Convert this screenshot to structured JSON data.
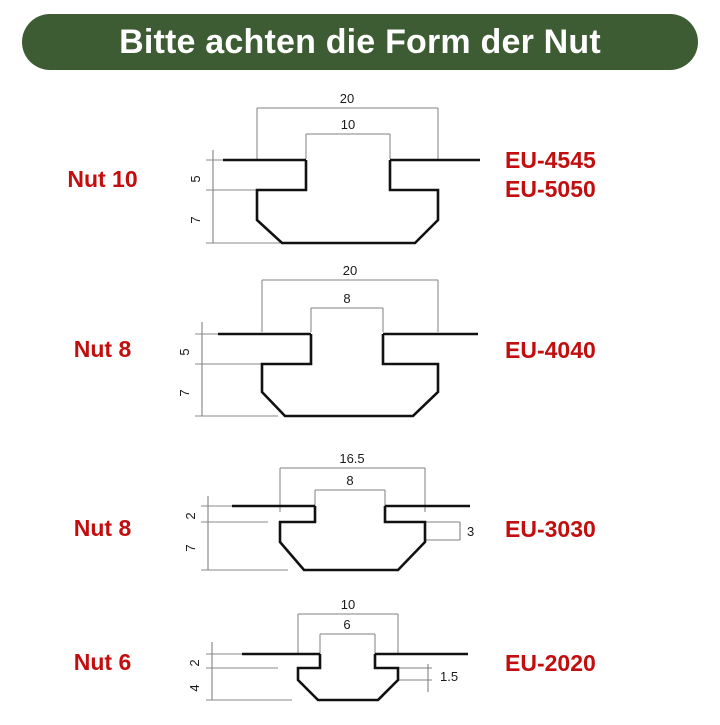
{
  "header": {
    "title": "Bitte achten die Form der Nut",
    "background_color": "#3d5c33",
    "text_color": "#ffffff"
  },
  "accent_color": "#c20e0e",
  "rows": [
    {
      "nut_label": "Nut 10",
      "models": [
        "EU-4545",
        "EU-5050"
      ],
      "dims": {
        "outer_width": "20",
        "slot_width": "10",
        "top_depth": "5",
        "lower_depth": "7",
        "side": ""
      }
    },
    {
      "nut_label": "Nut 8",
      "models": [
        "EU-4040"
      ],
      "dims": {
        "outer_width": "20",
        "slot_width": "8",
        "top_depth": "5",
        "lower_depth": "7",
        "side": ""
      }
    },
    {
      "nut_label": "Nut 8",
      "models": [
        "EU-3030"
      ],
      "dims": {
        "outer_width": "16.5",
        "slot_width": "8",
        "top_depth": "2",
        "lower_depth": "7",
        "side": "3"
      }
    },
    {
      "nut_label": "Nut 6",
      "models": [
        "EU-2020"
      ],
      "dims": {
        "outer_width": "10",
        "slot_width": "6",
        "top_depth": "2",
        "lower_depth": "4",
        "side": "1.5"
      }
    }
  ]
}
